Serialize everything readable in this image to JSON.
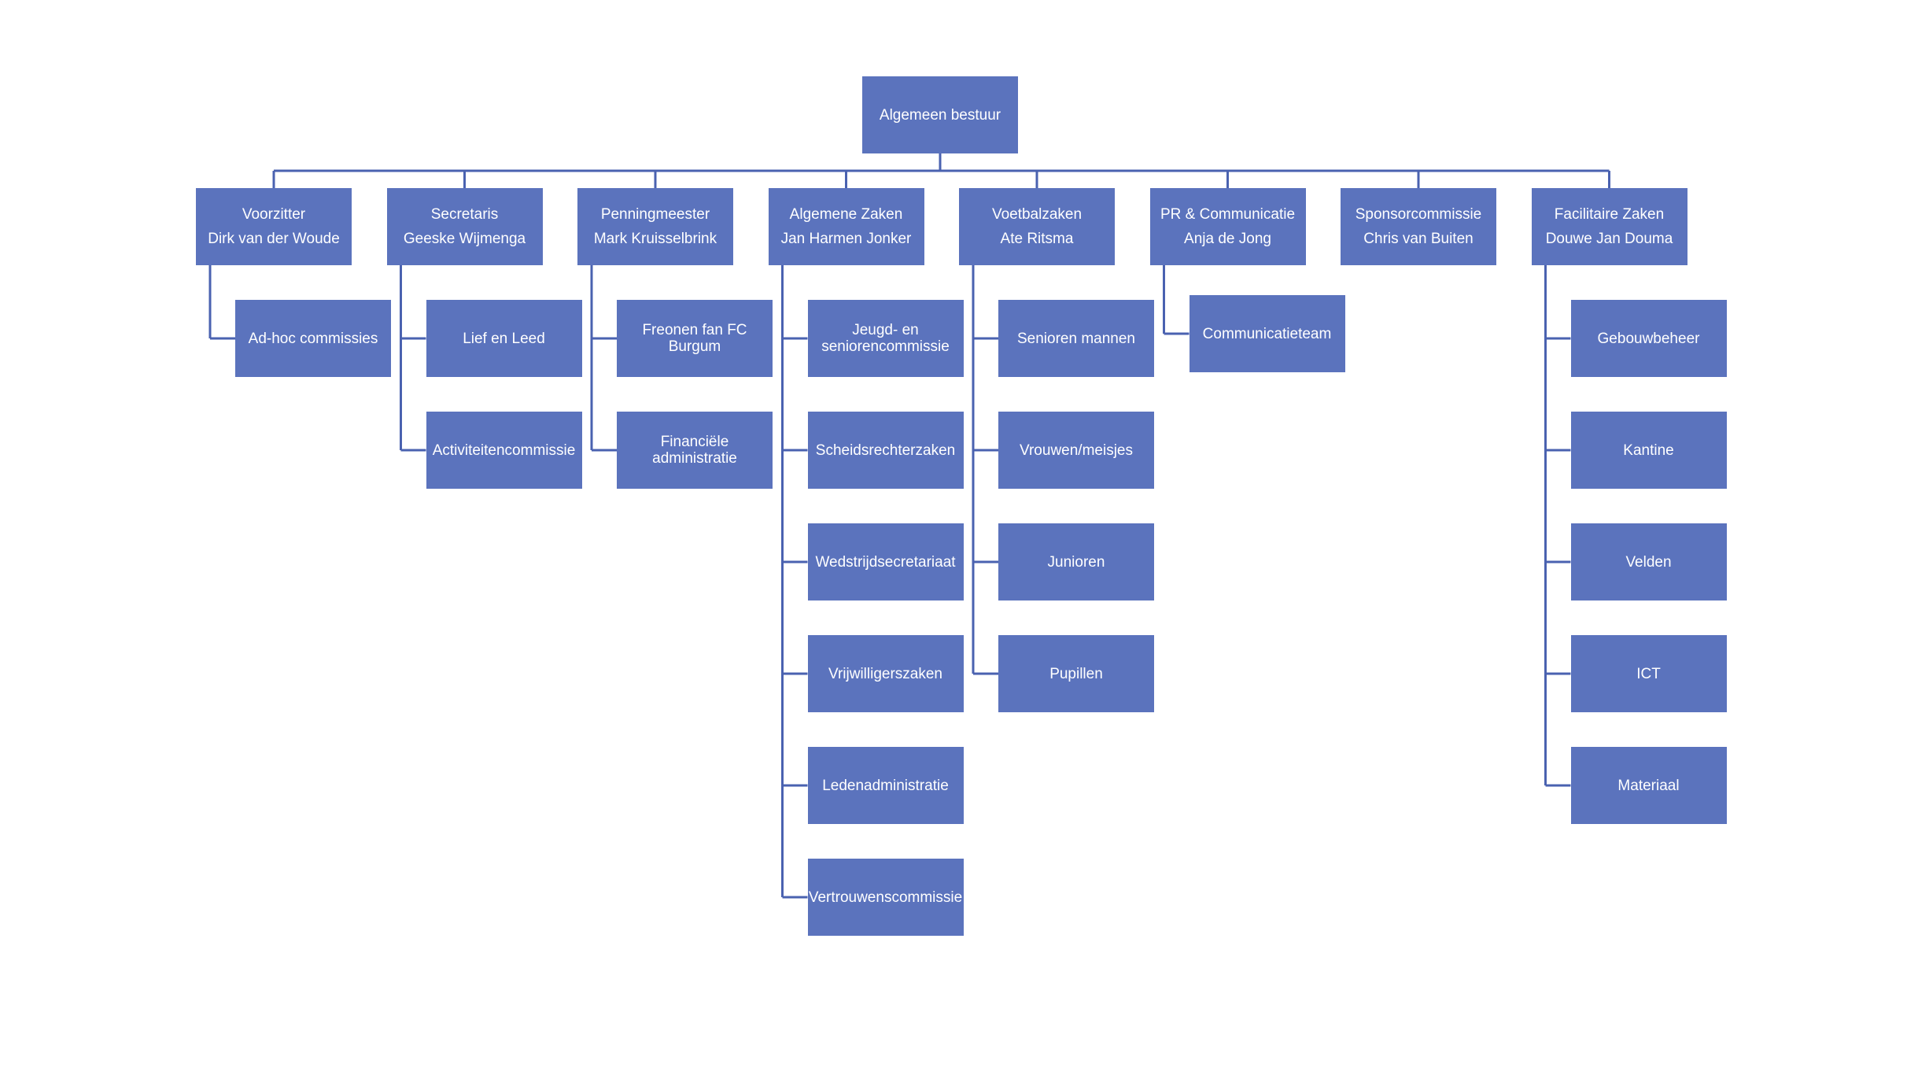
{
  "root": {
    "label": "Algemeen bestuur"
  },
  "departments": [
    {
      "id": "voorzitter",
      "title": "Voorzitter",
      "person": "Dirk van der Woude",
      "children": [
        "Ad-hoc commissies"
      ]
    },
    {
      "id": "secretaris",
      "title": "Secretaris",
      "person": "Geeske Wijmenga",
      "children": [
        "Lief en Leed",
        "Activiteitencommissie"
      ]
    },
    {
      "id": "penningmeester",
      "title": "Penningmeester",
      "person": "Mark Kruisselbrink",
      "children": [
        "Freonen fan FC Burgum",
        "Financiële administratie"
      ]
    },
    {
      "id": "algemene-zaken",
      "title": "Algemene Zaken",
      "person": "Jan Harmen Jonker",
      "children": [
        "Jeugd- en seniorencommissie",
        "Scheidsrechterzaken",
        "Wedstrijdsecretariaat",
        "Vrijwilligerszaken",
        "Ledenadministratie",
        "Vertrouwenscommissie"
      ]
    },
    {
      "id": "voetbalzaken",
      "title": "Voetbalzaken",
      "person": "Ate Ritsma",
      "children": [
        "Senioren mannen",
        "Vrouwen/meisjes",
        "Junioren",
        "Pupillen"
      ]
    },
    {
      "id": "pr-communicatie",
      "title": "PR & Communicatie",
      "person": "Anja de Jong",
      "children": [
        "Communicatieteam"
      ]
    },
    {
      "id": "sponsorcommissie",
      "title": "Sponsorcommissie",
      "person": "Chris van Buiten",
      "children": []
    },
    {
      "id": "facilitaire-zaken",
      "title": "Facilitaire Zaken",
      "person": "Douwe Jan Douma",
      "children": [
        "Gebouwbeheer",
        "Kantine",
        "Velden",
        "ICT",
        "Materiaal"
      ]
    }
  ],
  "colors": {
    "box": "#5b73bd",
    "line": "#4a62b0",
    "text": "#ffffff"
  }
}
